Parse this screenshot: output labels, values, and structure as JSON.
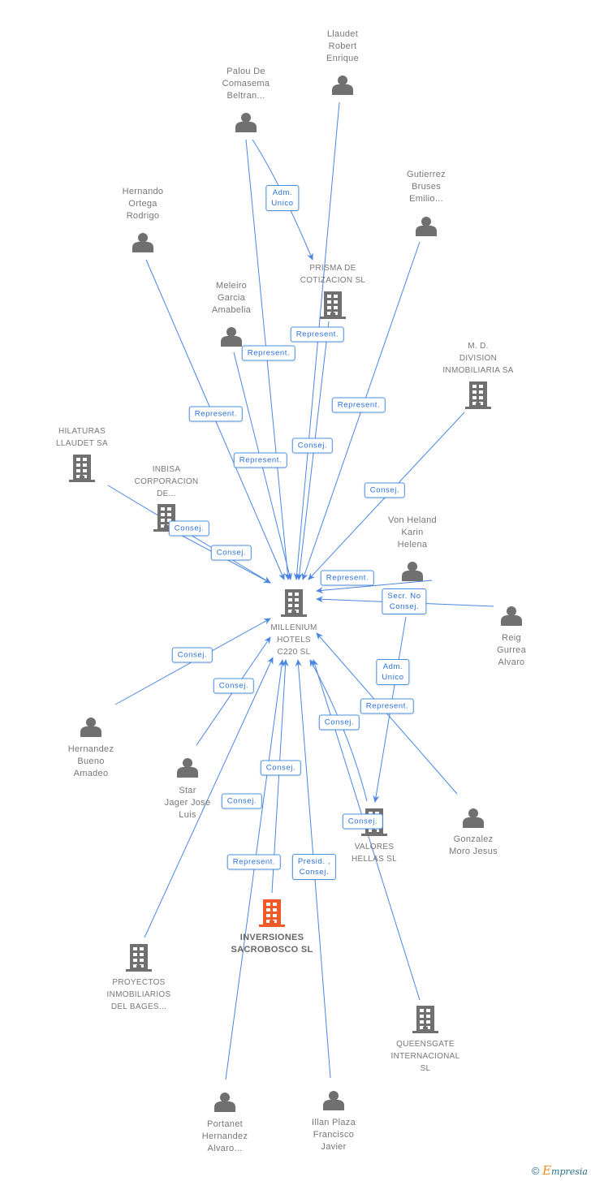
{
  "colors": {
    "edge": "#4a86e0",
    "node": "#707070",
    "focus": "#f05a28",
    "label_text": "#2a6fd6"
  },
  "nodes": [
    {
      "id": "llaudet",
      "type": "person",
      "label": [
        "Llaudet",
        "Robert",
        "Enrique"
      ]
    },
    {
      "id": "palou",
      "type": "person",
      "label": [
        "Palou De",
        "Comasema",
        "Beltran..."
      ]
    },
    {
      "id": "gutierrez",
      "type": "person",
      "label": [
        "Gutierrez",
        "Bruses",
        "Emilio..."
      ]
    },
    {
      "id": "hernando",
      "type": "person",
      "label": [
        "Hernando",
        "Ortega",
        "Rodrigo"
      ]
    },
    {
      "id": "prisma",
      "type": "company",
      "label": [
        "PRISMA DE",
        "COTIZACION SL"
      ]
    },
    {
      "id": "meleiro",
      "type": "person",
      "label": [
        "Meleiro",
        "Garcia",
        "Amabelia"
      ]
    },
    {
      "id": "md",
      "type": "company",
      "label": [
        "M. D.",
        "DIVISION",
        "INMOBILIARIA SA"
      ]
    },
    {
      "id": "hilaturas",
      "type": "company",
      "label": [
        "HILATURAS",
        "LLAUDET SA"
      ]
    },
    {
      "id": "inbisa",
      "type": "company",
      "label": [
        "INBISA",
        "CORPORACION",
        "DE..."
      ]
    },
    {
      "id": "vonheland",
      "type": "person",
      "label": [
        "Von Heland",
        "Karin",
        "Helena"
      ]
    },
    {
      "id": "millenium",
      "type": "company",
      "label": [
        "MILLENIUM",
        "HOTELS",
        "C220 SL"
      ]
    },
    {
      "id": "reig",
      "type": "person",
      "label": [
        "Reig",
        "Gurrea",
        "Alvaro"
      ]
    },
    {
      "id": "hernandez",
      "type": "person",
      "label": [
        "Hernandez",
        "Bueno",
        "Amadeo"
      ]
    },
    {
      "id": "star",
      "type": "person",
      "label": [
        "Star",
        "Jager Jose",
        "Luis"
      ]
    },
    {
      "id": "valores",
      "type": "company",
      "label": [
        "VALORES",
        "HELLAS SL"
      ]
    },
    {
      "id": "gonzalez",
      "type": "person",
      "label": [
        "Gonzalez",
        "Moro Jesus"
      ]
    },
    {
      "id": "inversiones",
      "type": "focus",
      "label": [
        "INVERSIONES",
        "SACROBOSCO SL"
      ]
    },
    {
      "id": "proyectos",
      "type": "company",
      "label": [
        "PROYECTOS",
        "INMOBILIARIOS",
        "DEL BAGES..."
      ]
    },
    {
      "id": "queensgate",
      "type": "company",
      "label": [
        "QUEENSGATE",
        "INTERNACIONAL",
        "SL"
      ]
    },
    {
      "id": "portanet",
      "type": "person",
      "label": [
        "Portanet",
        "Hernandez",
        "Alvaro..."
      ]
    },
    {
      "id": "illan",
      "type": "person",
      "label": [
        "Illan Plaza",
        "Francisco",
        "Javier"
      ]
    }
  ],
  "edge_labels": [
    [
      "Adm.",
      "Unico"
    ],
    [
      "Represent."
    ],
    [
      "Represent."
    ],
    [
      "Represent."
    ],
    [
      "Represent."
    ],
    [
      "Consej."
    ],
    [
      "Represent."
    ],
    [
      "Consej."
    ],
    [
      "Consej."
    ],
    [
      "Consej."
    ],
    [
      "Represent."
    ],
    [
      "Secr.  No",
      "Consej."
    ],
    [
      "Consej."
    ],
    [
      "Consej."
    ],
    [
      "Adm.",
      "Unico"
    ],
    [
      "Represent."
    ],
    [
      "Consej."
    ],
    [
      "Consej."
    ],
    [
      "Consej."
    ],
    [
      "Consej."
    ],
    [
      "Represent."
    ],
    [
      "Presid. ,",
      "Consej."
    ]
  ],
  "footer": {
    "copyright": "©",
    "brand_initial": "E",
    "brand_rest": "mpresia"
  }
}
